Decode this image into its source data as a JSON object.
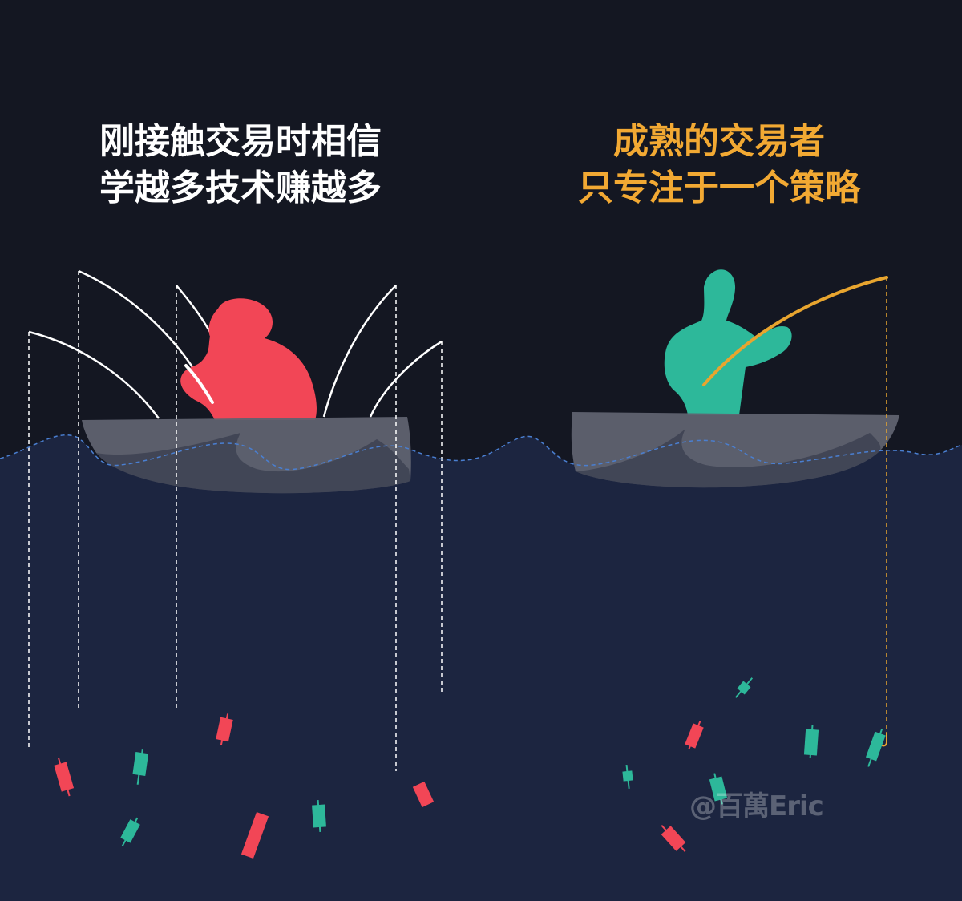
{
  "captions": {
    "left": {
      "lines": [
        "刚接触交易时相信",
        "学越多技术赚越多"
      ],
      "color": "#ffffff"
    },
    "right": {
      "lines": [
        "成熟的交易者",
        "只专注于一个策略"
      ],
      "color": "#f2a933"
    }
  },
  "watermark": "@百萬Eric",
  "colors": {
    "sky": "#141722",
    "water": "#1c2540",
    "boat": "#5c5f6a",
    "novice_figure": "#f24656",
    "expert_figure": "#2db89a",
    "expert_rod": "#e8a52f",
    "bull_candle": "#2db89a",
    "bear_candle": "#f24656",
    "wave_line": "#4a7fd1"
  },
  "icons": [
    "fisherman-silhouette-icon",
    "fishing-rod-icon",
    "boat-icon",
    "candlestick-icon",
    "fishing-hook-icon"
  ]
}
